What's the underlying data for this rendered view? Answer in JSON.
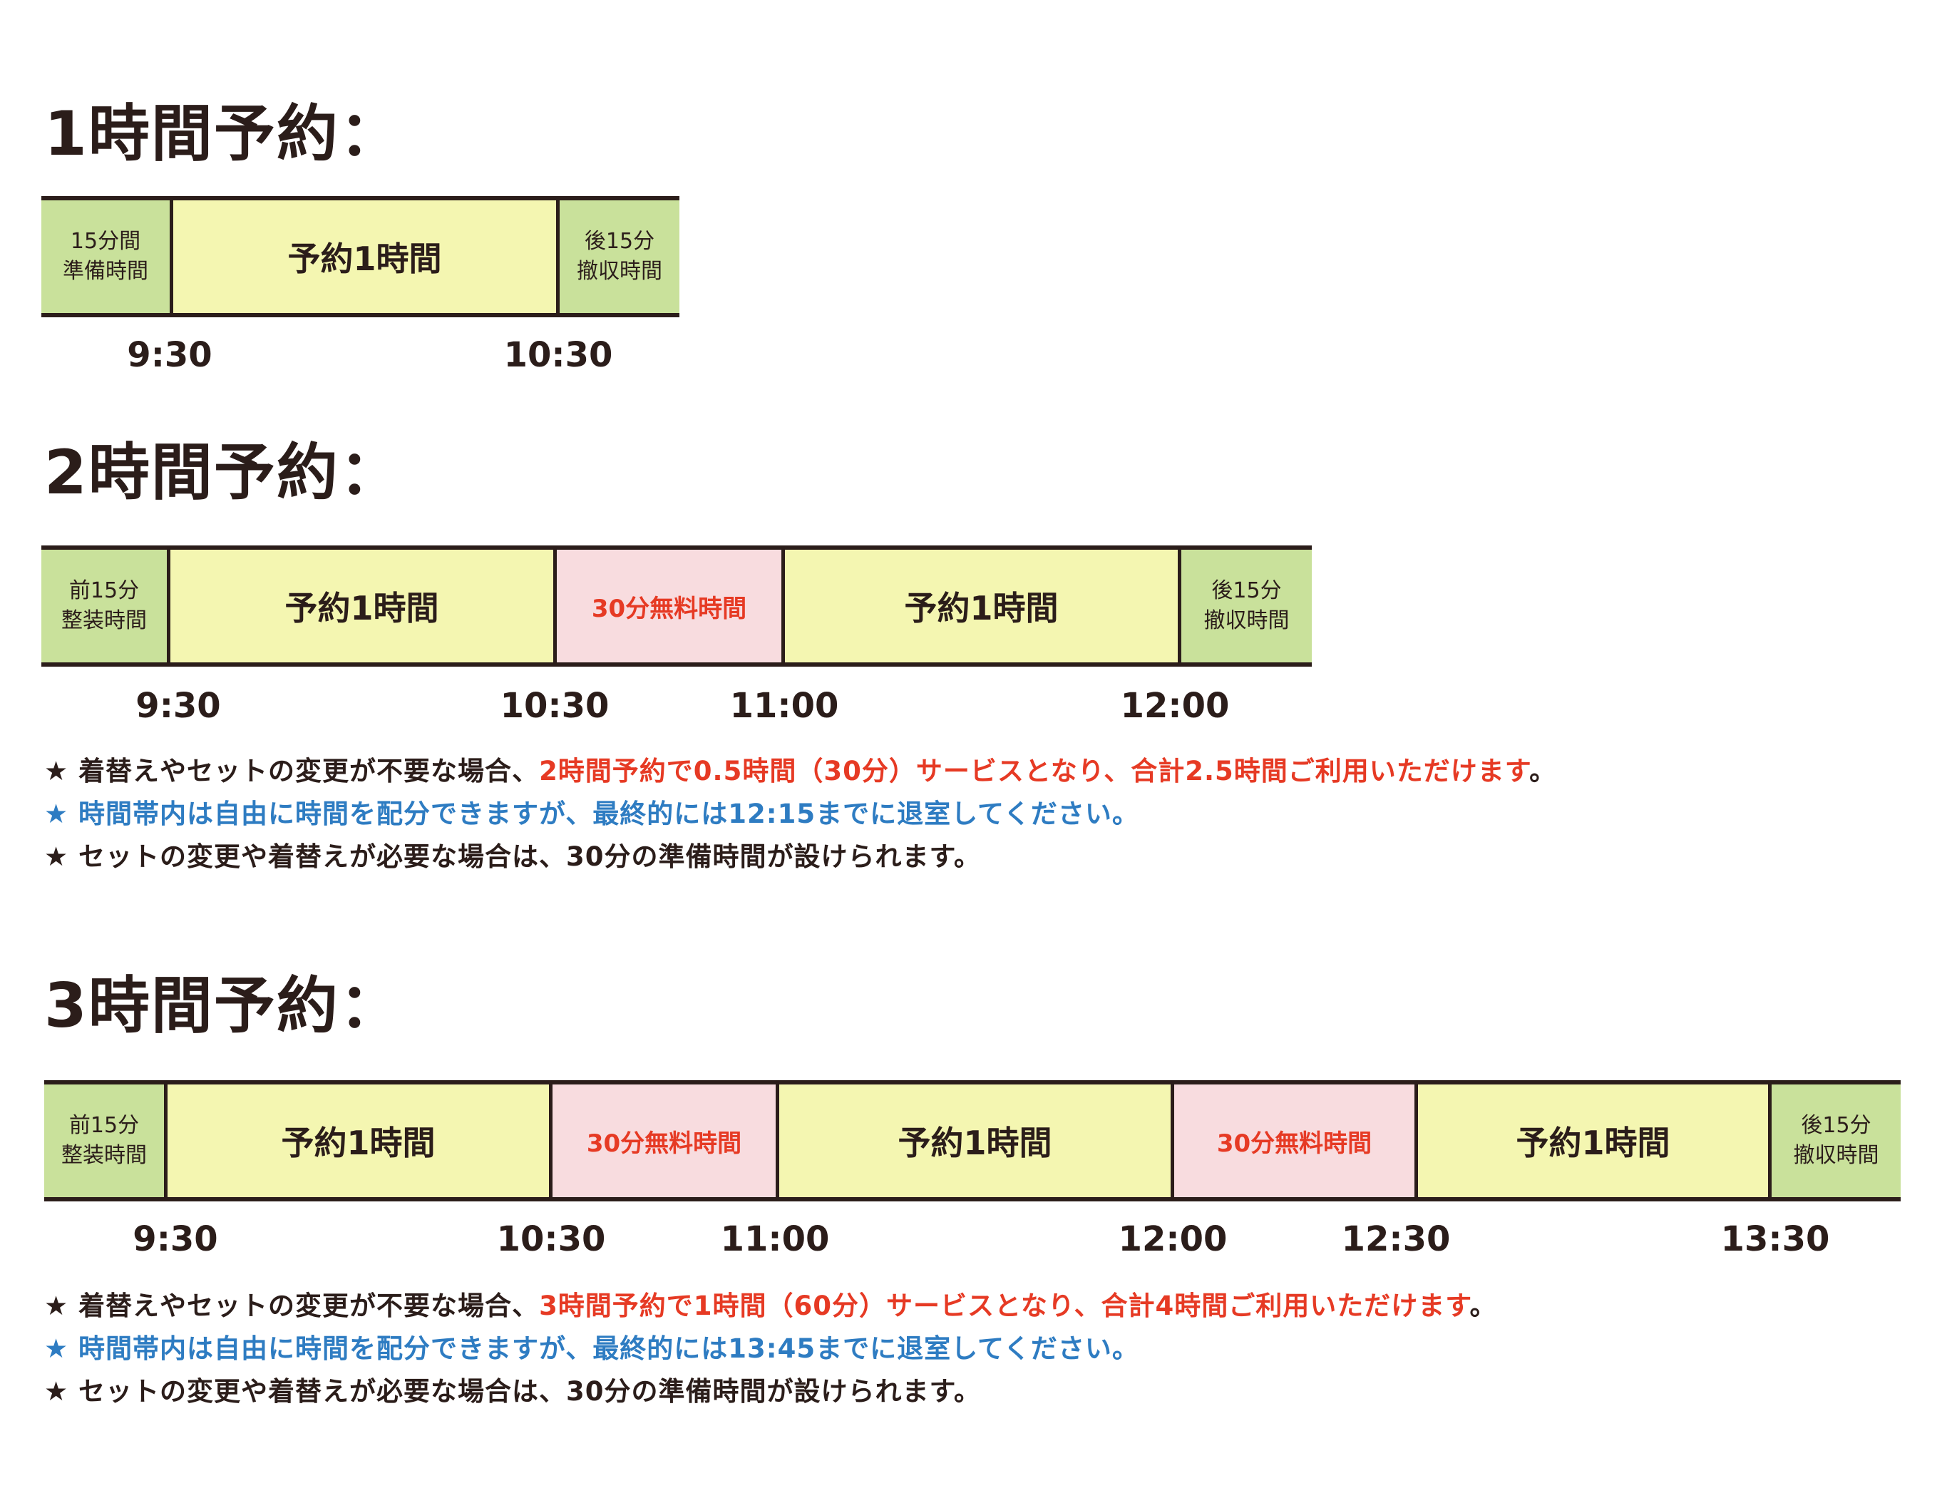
{
  "sections": [
    {
      "title": "1時間予約：",
      "segments": [
        {
          "kind": "prep",
          "line1": "15分間",
          "line2": "準備時間"
        },
        {
          "kind": "main",
          "label": "予約1時間"
        },
        {
          "kind": "after",
          "line1": "後15分",
          "line2": "撤収時間"
        }
      ],
      "times": [
        "9:30",
        "10:30"
      ]
    },
    {
      "title": "2時間予約：",
      "segments": [
        {
          "kind": "prep",
          "line1": "前15分",
          "line2": "整装時間"
        },
        {
          "kind": "main",
          "label": "予約1時間"
        },
        {
          "kind": "free",
          "label": "30分無料時間"
        },
        {
          "kind": "main",
          "label": "予約1時間"
        },
        {
          "kind": "after",
          "line1": "後15分",
          "line2": "撤収時間"
        }
      ],
      "times": [
        "9:30",
        "10:30",
        "11:00",
        "12:00"
      ],
      "notes": {
        "n1_star": "★ ",
        "n1_a": "着替えやセットの変更が不要な場合、",
        "n1_b": "2時間予約で0.5時間（30分）サービスとなり、合計2.5時間ご利用いただけます",
        "n1_c": "。",
        "n2": "★ 時間帯内は自由に時間を配分できますが、最終的には12:15までに退室してください。",
        "n3": "★ セットの変更や着替えが必要な場合は、30分の準備時間が設けられます。"
      }
    },
    {
      "title": "3時間予約：",
      "segments": [
        {
          "kind": "prep",
          "line1": "前15分",
          "line2": "整装時間"
        },
        {
          "kind": "main",
          "label": "予約1時間"
        },
        {
          "kind": "free",
          "label": "30分無料時間"
        },
        {
          "kind": "main",
          "label": "予約1時間"
        },
        {
          "kind": "free",
          "label": "30分無料時間"
        },
        {
          "kind": "main",
          "label": "予約1時間"
        },
        {
          "kind": "after",
          "line1": "後15分",
          "line2": "撤収時間"
        }
      ],
      "times": [
        "9:30",
        "10:30",
        "11:00",
        "12:00",
        "12:30",
        "13:30"
      ],
      "notes": {
        "n1_star": "★ ",
        "n1_a": "着替えやセットの変更が不要な場合、",
        "n1_b": "3時間予約で1時間（60分）サービスとなり、合計4時間ご利用いただけます",
        "n1_c": "。",
        "n2": "★ 時間帯内は自由に時間を配分できますが、最終的には13:45までに退室してください。",
        "n3": "★ セットの変更や着替えが必要な場合は、30分の準備時間が設けられます。"
      }
    }
  ],
  "colors": {
    "prep": "#c9e19b",
    "main": "#f4f6b1",
    "free": "#f8dcdf",
    "red_text": "#e63a24",
    "blue_text": "#2e7cc2",
    "dark": "#2b1d1a"
  }
}
